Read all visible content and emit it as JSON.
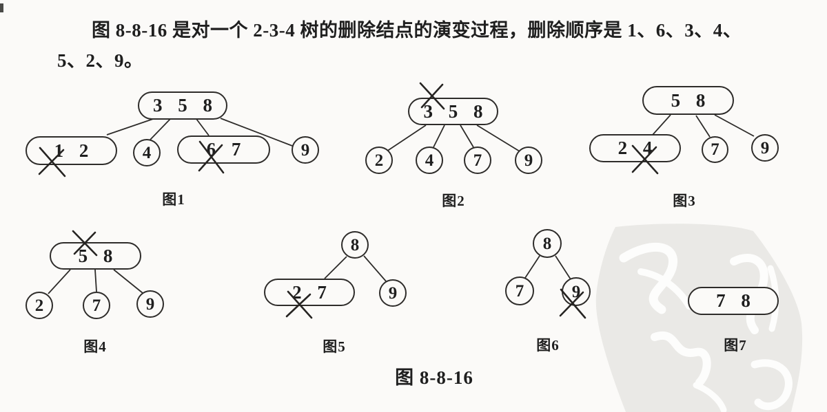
{
  "header": {
    "line1": "图 8-8-16 是对一个 2-3-4 树的删除结点的演变过程，删除顺序是 1、6、3、4、",
    "line2": "5、2、9。"
  },
  "caption": "图 8-8-16",
  "colors": {
    "ink": "#1f1f1f",
    "paper": "#fbfaf8",
    "watermark_wash": "#eae9e6",
    "watermark_strokes": "#fdfdfc"
  },
  "trees": [
    {
      "label": "图1",
      "nodes": [
        "3 5 8",
        "1 2",
        "4",
        "6 7",
        "9"
      ],
      "crossed_keys": [
        "1",
        "6"
      ]
    },
    {
      "label": "图2",
      "nodes": [
        "3 5 8",
        "2",
        "4",
        "7",
        "9"
      ],
      "crossed_keys": [
        "3"
      ]
    },
    {
      "label": "图3",
      "nodes": [
        "5 8",
        "2 4",
        "7",
        "9"
      ],
      "crossed_keys": [
        "4"
      ]
    },
    {
      "label": "图4",
      "nodes": [
        "5 8",
        "2",
        "7",
        "9"
      ],
      "crossed_keys": [
        "5"
      ]
    },
    {
      "label": "图5",
      "nodes": [
        "8",
        "2 7",
        "9"
      ],
      "crossed_keys": [
        "2"
      ]
    },
    {
      "label": "图6",
      "nodes": [
        "8",
        "7",
        "9"
      ],
      "crossed_keys": [
        "9"
      ]
    },
    {
      "label": "图7",
      "nodes": [
        "7 8"
      ],
      "crossed_keys": []
    }
  ]
}
